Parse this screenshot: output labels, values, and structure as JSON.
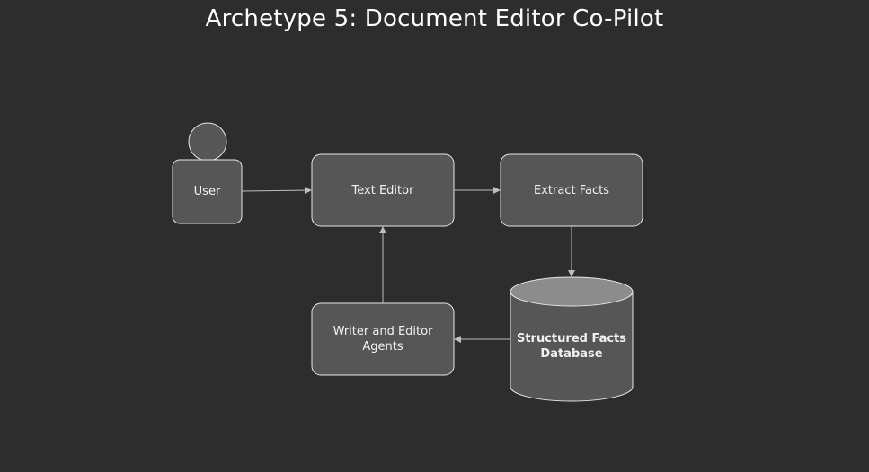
{
  "diagram": {
    "title": "Archetype 5: Document Editor Co-Pilot",
    "nodes": {
      "user": "User",
      "text_editor": "Text Editor",
      "extract_facts": "Extract Facts",
      "database": "Structured Facts\nDatabase",
      "agents": "Writer and Editor\nAgents"
    },
    "colors": {
      "background": "#2d2d2d",
      "box_fill": "#565656",
      "box_stroke": "#e6e6e6",
      "cylinder_top": "#8c8c8c",
      "arrow": "#bdbdbd",
      "text": "#f2f2f2"
    }
  }
}
